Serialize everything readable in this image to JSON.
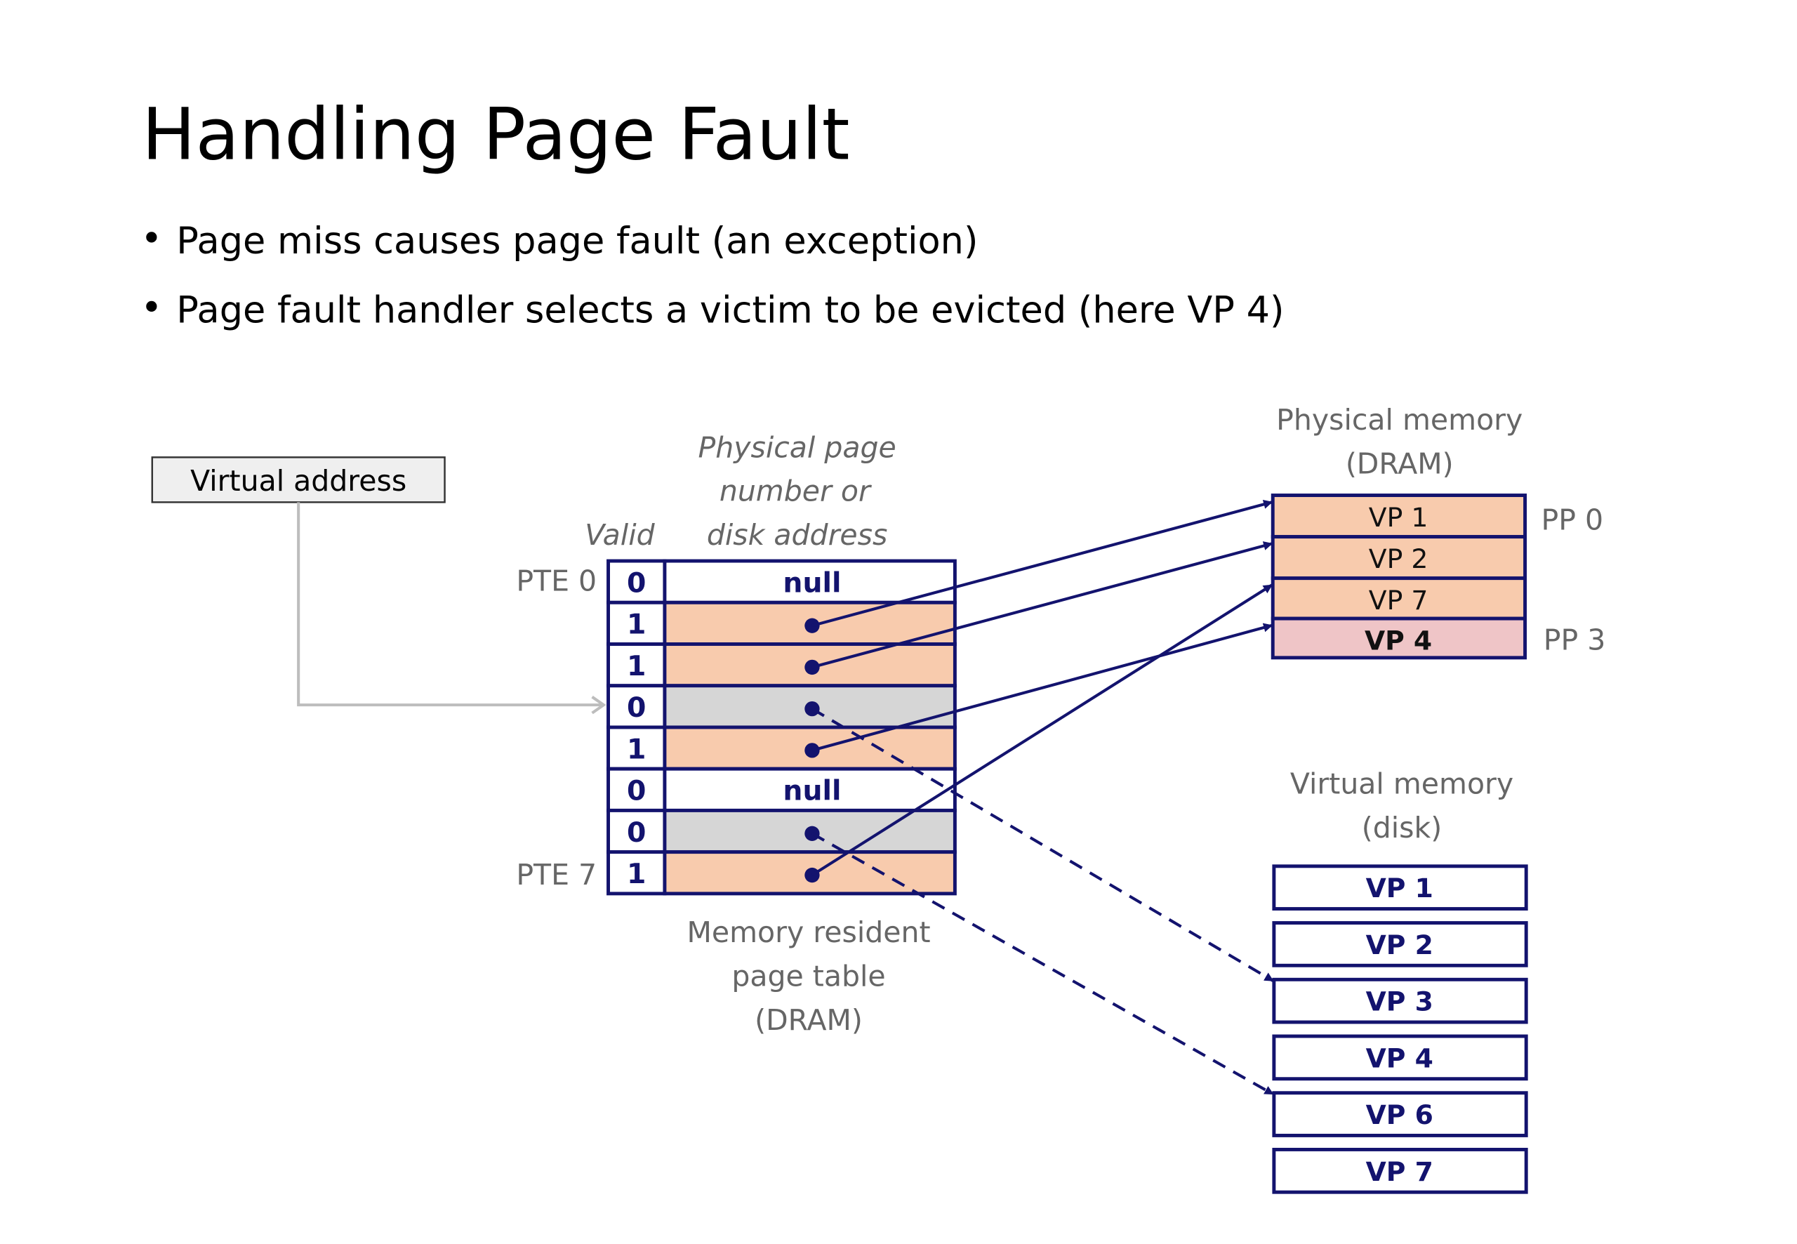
{
  "title": "Handling Page Fault",
  "bullets": [
    "Page miss causes page fault (an exception)",
    "Page fault handler selects a victim to be evicted (here VP 4)"
  ],
  "virtual_address_label": "Virtual address",
  "page_table": {
    "valid_header": "Valid",
    "ppn_header": [
      "Physical page",
      "number or",
      "disk address"
    ],
    "first_label": "PTE 0",
    "last_label": "PTE 7",
    "rows": [
      {
        "valid": "0",
        "content": "null",
        "state": "null"
      },
      {
        "valid": "1",
        "content": "",
        "state": "resident",
        "target": "VP 1"
      },
      {
        "valid": "1",
        "content": "",
        "state": "resident",
        "target": "VP 2"
      },
      {
        "valid": "0",
        "content": "",
        "state": "on-disk",
        "target": "VP 3"
      },
      {
        "valid": "1",
        "content": "",
        "state": "resident",
        "target": "VP 4"
      },
      {
        "valid": "0",
        "content": "null",
        "state": "null"
      },
      {
        "valid": "0",
        "content": "",
        "state": "on-disk",
        "target": "VP 6"
      },
      {
        "valid": "1",
        "content": "",
        "state": "resident",
        "target": "VP 7"
      }
    ],
    "caption": [
      "Memory resident",
      "page table",
      "(DRAM)"
    ]
  },
  "physical_memory": {
    "title": [
      "Physical memory",
      "(DRAM)"
    ],
    "pages": [
      "VP 1",
      "VP 2",
      "VP 7",
      "VP 4"
    ],
    "victim": "VP 4",
    "pp_first": "PP 0",
    "pp_last": "PP 3"
  },
  "virtual_memory": {
    "title": [
      "Virtual memory",
      "(disk)"
    ],
    "pages": [
      "VP 1",
      "VP 2",
      "VP 3",
      "VP 4",
      "VP 6",
      "VP 7"
    ]
  },
  "colors": {
    "navy": "#13136e",
    "resident": "#f8cbad",
    "victim": "#efc5c7",
    "on_disk": "#d6d6d6",
    "pointer_gray": "#bdbdbd"
  }
}
